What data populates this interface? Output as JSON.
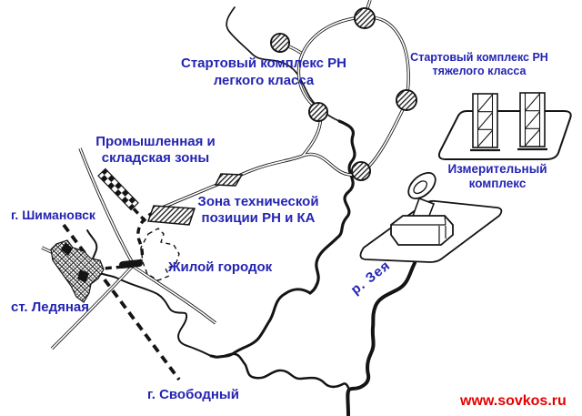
{
  "colors": {
    "background": "#ffffff",
    "ink": "#141414",
    "label_blue": "#2424b4",
    "watermark_red": "#e60000"
  },
  "labels": {
    "light_complex": {
      "line1": "Стартовый комплекс РН",
      "line2": "легкого класса"
    },
    "heavy_complex": {
      "line1": "Стартовый комплекс РН",
      "line2": "тяжелого класса"
    },
    "industrial_zone": {
      "line1": "Промышленная и",
      "line2": "складская зоны"
    },
    "tech_position": {
      "line1": "Зона технической",
      "line2": "позиции РН и КА"
    },
    "measuring_complex": {
      "line1": "Измерительный",
      "line2": "комплекс"
    },
    "shimanovsk": "г. Шимановск",
    "residential": "Жилой городок",
    "ledyanaya": "ст. Ледяная",
    "svobodny": "г. Свободный",
    "zeya_river": "р. Зея"
  },
  "watermark": "www.sovkos.ru",
  "symbols": {
    "launch_pad": "hatched-circle",
    "assembly_tower": "hatched-tower",
    "radar": "dish-antenna-on-pedestal",
    "industrial_strip": "checkered-strip",
    "settlement": "crosshatched-area",
    "residential_boundary": "dashed-outline",
    "railway": "thick-dashed-line",
    "road": "double-line",
    "river": "wavy-line"
  }
}
